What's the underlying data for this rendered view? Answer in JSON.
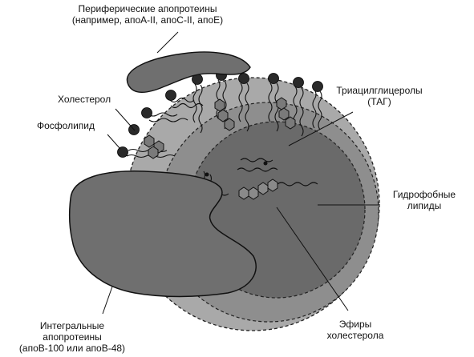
{
  "labels": {
    "peripheral_line1": "Периферические апопротеины",
    "peripheral_line2": "(например, апоА-II, апоС-II, апоЕ)",
    "cholesterol": "Холестерол",
    "phospholipid": "Фосфолипид",
    "tag_line1": "Триацилглицеролы",
    "tag_line2": "(ТАГ)",
    "hydrophobic_line1": "Гидрофобные",
    "hydrophobic_line2": "липиды",
    "integral_line1": "Интегральные",
    "integral_line2": "апопротеины",
    "integral_line3": "(апоВ-100 или апоВ-48)",
    "esters_line1": "Эфиры",
    "esters_line2": "холестерола"
  },
  "colors": {
    "outer_shell": "#a9a9a9",
    "middle_layer": "#8e8e8e",
    "core": "#6a6a6a",
    "protein": "#6f6f6f",
    "head_group": "#2a2a2a",
    "line": "#111111"
  }
}
